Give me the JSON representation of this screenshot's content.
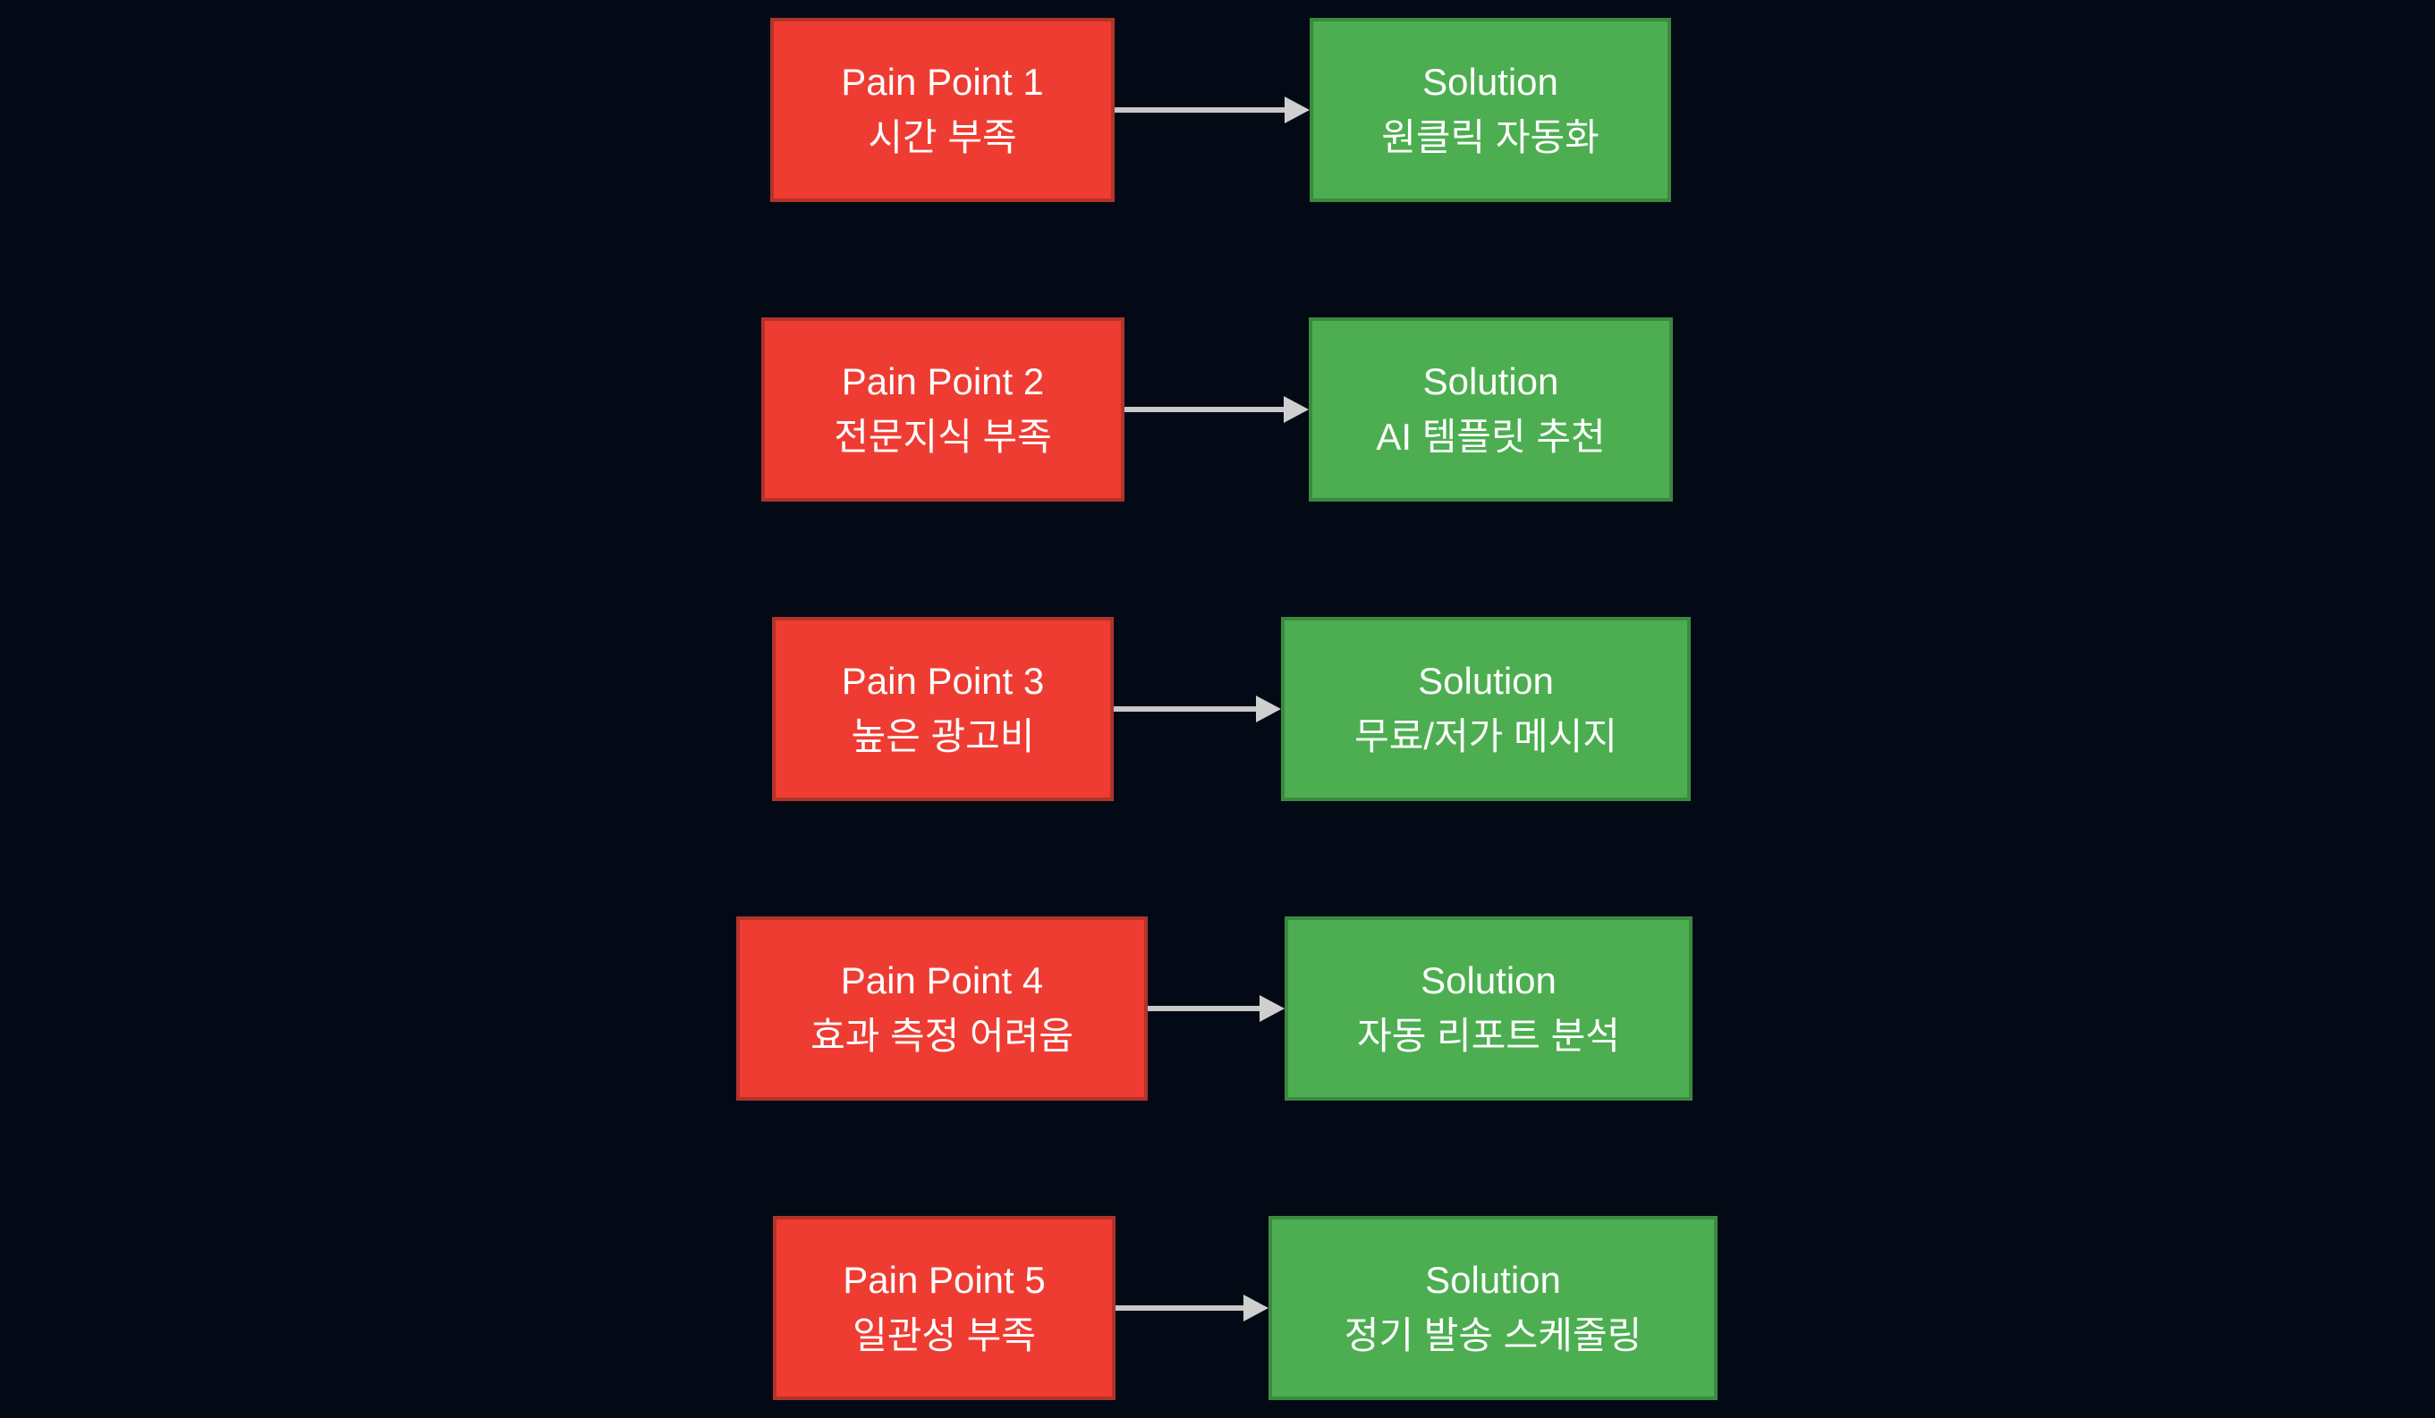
{
  "diagram": {
    "type": "pain-point-to-solution-mapping",
    "colors": {
      "background": "#030a16",
      "pain_fill": "#ee3c33",
      "pain_border": "#b23329",
      "solution_fill": "#4cae50",
      "solution_border": "#3b8a3f",
      "arrow": "#c8c8c8",
      "text": "#ffffff"
    },
    "rows": [
      {
        "pain": {
          "title": "Pain Point 1",
          "subtitle": "시간 부족"
        },
        "solution": {
          "title": "Solution",
          "subtitle": "원클릭 자동화"
        }
      },
      {
        "pain": {
          "title": "Pain Point 2",
          "subtitle": "전문지식 부족"
        },
        "solution": {
          "title": "Solution",
          "subtitle": "AI 템플릿 추천"
        }
      },
      {
        "pain": {
          "title": "Pain Point 3",
          "subtitle": "높은 광고비"
        },
        "solution": {
          "title": "Solution",
          "subtitle": "무료/저가 메시지"
        }
      },
      {
        "pain": {
          "title": "Pain Point 4",
          "subtitle": "효과 측정 어려움"
        },
        "solution": {
          "title": "Solution",
          "subtitle": "자동 리포트 분석"
        }
      },
      {
        "pain": {
          "title": "Pain Point 5",
          "subtitle": "일관성 부족"
        },
        "solution": {
          "title": "Solution",
          "subtitle": "정기 발송 스케줄링"
        }
      }
    ]
  }
}
